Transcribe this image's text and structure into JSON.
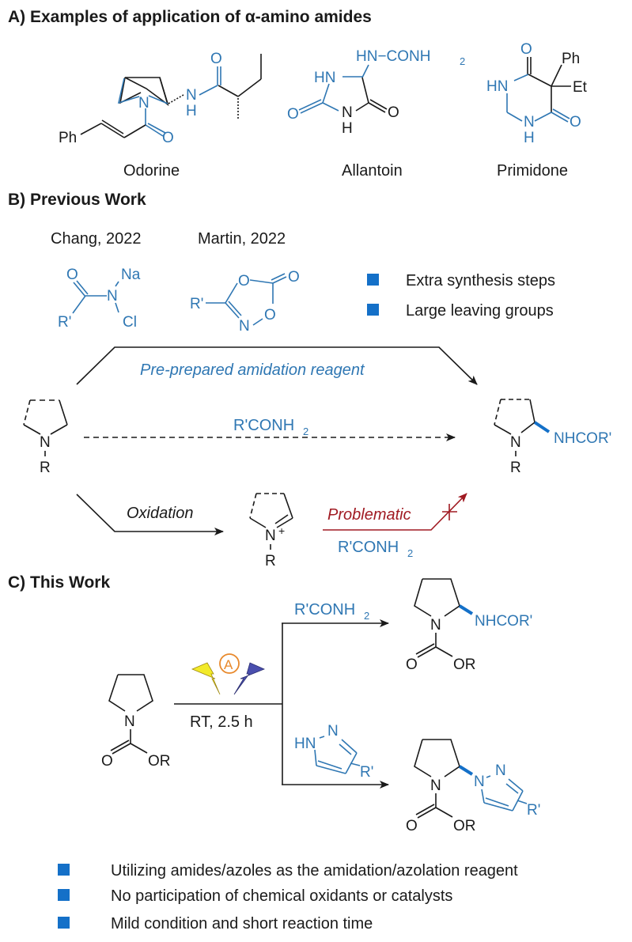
{
  "sections": {
    "a": {
      "heading": "A) Examples of application of α-amino amides",
      "compounds": [
        {
          "name": "Odorine",
          "ph": "Ph",
          "n_ring": "N",
          "nh_n": "N",
          "nh_h": "H",
          "o1": "O",
          "o2": "O"
        },
        {
          "name": "Allantoin",
          "urea": "HN−CONH",
          "sub2": "2",
          "hn": "HN",
          "n": "N",
          "h": "H",
          "o1": "O",
          "o2": "O"
        },
        {
          "name": "Primidone",
          "ph": "Ph",
          "et": "Et",
          "hn": "HN",
          "n": "N",
          "h": "H",
          "o1": "O",
          "o2": "O"
        }
      ]
    },
    "b": {
      "heading": "B) Previous Work",
      "refs": [
        {
          "label": "Chang, 2022",
          "o": "O",
          "na": "Na",
          "n": "N",
          "rp": "R'",
          "cl": "Cl"
        },
        {
          "label": "Martin, 2022",
          "o1": "O",
          "o2": "O",
          "o3": "O",
          "rp": "R'",
          "n": "N"
        }
      ],
      "drawbacks": [
        "Extra synthesis steps",
        "Large leaving groups"
      ],
      "route_top_label": "Pre-prepared amidation reagent",
      "route_mid_label": "R'CONH",
      "route_mid_sub": "2",
      "route_bottom_label": "Oxidation",
      "problem_label": "Problematic",
      "problem_reagent": "R'CONH",
      "problem_reagent_sub": "2",
      "substrate": {
        "n": "N",
        "r": "R"
      },
      "iminium": {
        "n": "N",
        "plus": "+",
        "r": "R"
      },
      "product": {
        "n": "N",
        "r": "R",
        "group": "NHCOR'"
      }
    },
    "c": {
      "heading": "C) This Work",
      "substrate": {
        "n": "N",
        "o": "O",
        "or": "OR"
      },
      "condition": "RT, 2.5 h",
      "anode_symbol": "A",
      "branch_top_reagent": "R'CONH",
      "branch_top_sub": "2",
      "branch_bottom_reagent": {
        "hn": "HN",
        "n": "N",
        "rp": "R'"
      },
      "product_amide": {
        "n": "N",
        "group": "NHCOR'",
        "o": "O",
        "or": "OR"
      },
      "product_azole": {
        "n": "N",
        "n1": "N",
        "n2": "N",
        "rp": "R'",
        "o": "O",
        "or": "OR"
      },
      "advantages": [
        "Utilizing amides/azoles as the amidation/azolation reagent",
        "No participation of chemical oxidants or catalysts",
        "Mild condition and short reaction time"
      ]
    }
  },
  "colors": {
    "blue": "#2f77b3",
    "red": "#a01a22",
    "bullet": "#1470c8",
    "bolt_yellow": "#f2ea2a",
    "bolt_blue": "#4a4fae",
    "anode": "#e8892c"
  }
}
